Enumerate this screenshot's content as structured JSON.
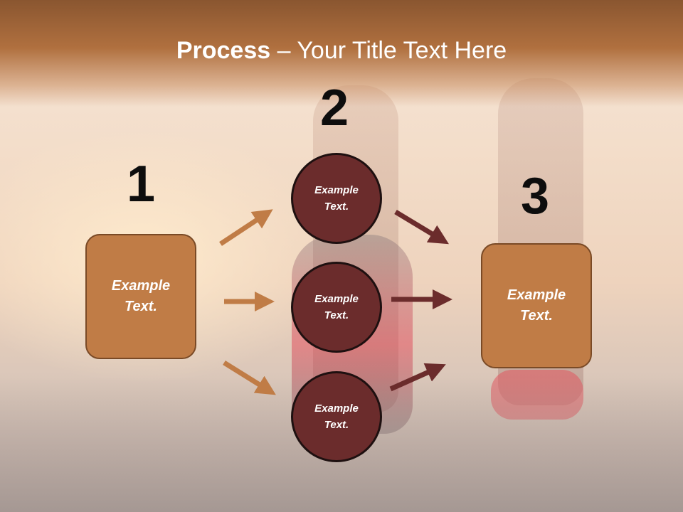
{
  "slide": {
    "title_bold": "Process",
    "title_rest": " – Your Title Text Here"
  },
  "steps": [
    {
      "number": "1",
      "text": "Example Text."
    },
    {
      "number": "2",
      "items": [
        "Example Text.",
        "Example Text.",
        "Example Text."
      ]
    },
    {
      "number": "3",
      "text": "Example Text."
    }
  ],
  "colors": {
    "header": "#b0703f",
    "box_fill": "#c07c46",
    "circle_fill": "#6b2c2c",
    "arrow_left": "#c07c46",
    "arrow_right": "#6b2c2c"
  }
}
